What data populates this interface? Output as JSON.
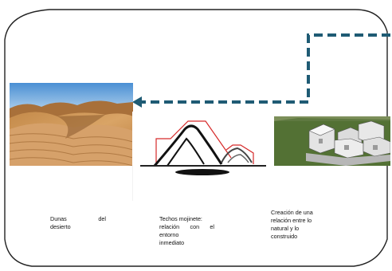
{
  "captions": {
    "dunes_left": "Dunas",
    "dunes_right": "del",
    "dunes_line2": "desierto",
    "roofs_line1": "Techos mojinete:",
    "roofs_line2": "relación con el",
    "roofs_line3": "entorno",
    "roofs_line4": "inmediato",
    "creation_line1": "Creación de una",
    "creation_line2": "relación entre lo",
    "creation_line3": "natural y lo",
    "creation_line4": "construido"
  },
  "images": {
    "desert": "desert-dunes-photo",
    "roof_sketch": "roof-sketch",
    "building_model": "building-3d-model"
  },
  "colors": {
    "arrow_fill": "#000000",
    "feedback_dash": "#1f5b74",
    "sketch_red": "#d62a2a",
    "frame": "#222222"
  }
}
